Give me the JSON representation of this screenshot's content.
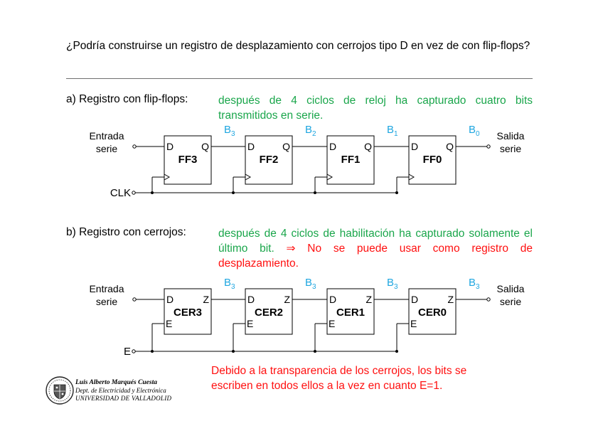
{
  "question": "¿Podría construirse un registro de desplazamiento con cerrojos tipo D en vez de con flip-flops?",
  "section_a": {
    "label": "a) Registro con flip-flops:",
    "description": "después de 4 ciclos de reloj ha capturado cuatro bits transmitidos en serie.",
    "input_label_1": "Entrada",
    "input_label_2": "serie",
    "output_label_1": "Salida",
    "output_label_2": "serie",
    "clock_label": "CLK",
    "pin_in": "D",
    "pin_out": "Q",
    "blocks": [
      "FF3",
      "FF2",
      "FF1",
      "FF0"
    ],
    "bits": [
      {
        "base": "B",
        "sub": "3"
      },
      {
        "base": "B",
        "sub": "2"
      },
      {
        "base": "B",
        "sub": "1"
      },
      {
        "base": "B",
        "sub": "0"
      }
    ]
  },
  "section_b": {
    "label": "b) Registro con cerrojos:",
    "description_1": "después de 4 ciclos de habilitación ha capturado solamente el último bit.",
    "arrow": "⇒",
    "description_2": "No se puede usar como registro de desplazamiento.",
    "input_label_1": "Entrada",
    "input_label_2": "serie",
    "output_label_1": "Salida",
    "output_label_2": "serie",
    "enable_label": "E",
    "pin_in": "D",
    "pin_out": "Z",
    "pin_enable": "E",
    "blocks": [
      "CER3",
      "CER2",
      "CER1",
      "CER0"
    ],
    "bits": [
      {
        "base": "B",
        "sub": "3"
      },
      {
        "base": "B",
        "sub": "3"
      },
      {
        "base": "B",
        "sub": "3"
      },
      {
        "base": "B",
        "sub": "3"
      }
    ]
  },
  "footnote": "Debido a la transparencia de los cerrojos, los bits se escriben en todos ellos a la vez en cuanto E=1.",
  "logo": {
    "line1": "Luis Alberto Marqués Cuesta",
    "line2": "Dept. de Electricidad y Electrónica",
    "line3": "UNIVERSIDAD DE VALLADOLID"
  },
  "colors": {
    "green": "#1aa64b",
    "red": "#ff1010",
    "bit_label": "#1fa6e0"
  }
}
